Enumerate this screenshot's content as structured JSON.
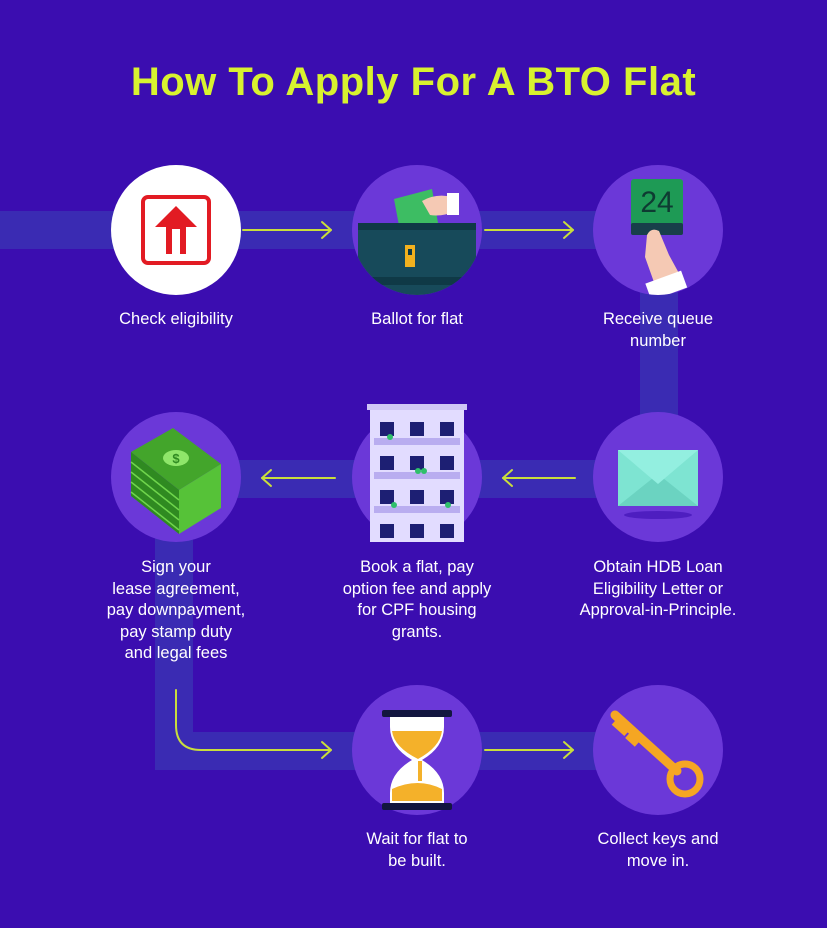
{
  "title": "How To Apply For A BTO Flat",
  "colors": {
    "background": "#3b0db0",
    "band": "#3a2bb3",
    "circle": "#6b38d8",
    "title": "#d8f22f",
    "arrow": "#c9de3c",
    "label": "#ffffff"
  },
  "steps": [
    {
      "label": "Check eligibility",
      "icon": "hdb-logo-icon"
    },
    {
      "label": "Ballot for flat",
      "icon": "ballot-box-icon"
    },
    {
      "label": "Receive queue\nnumber",
      "icon": "queue-ticket-icon",
      "ticket_number": "24"
    },
    {
      "label": "Obtain HDB Loan\nEligibility Letter or\nApproval-in-Principle.",
      "icon": "envelope-icon"
    },
    {
      "label": "Book a flat, pay\noption fee and apply\nfor CPF housing\ngrants.",
      "icon": "apartment-building-icon"
    },
    {
      "label": "Sign your\nlease agreement,\npay downpayment,\npay stamp duty\nand legal fees",
      "icon": "money-stack-icon",
      "money_symbol": "$"
    },
    {
      "label": "Wait for flat to\nbe built.",
      "icon": "hourglass-icon"
    },
    {
      "label": "Collect keys and\nmove in.",
      "icon": "key-icon"
    }
  ]
}
